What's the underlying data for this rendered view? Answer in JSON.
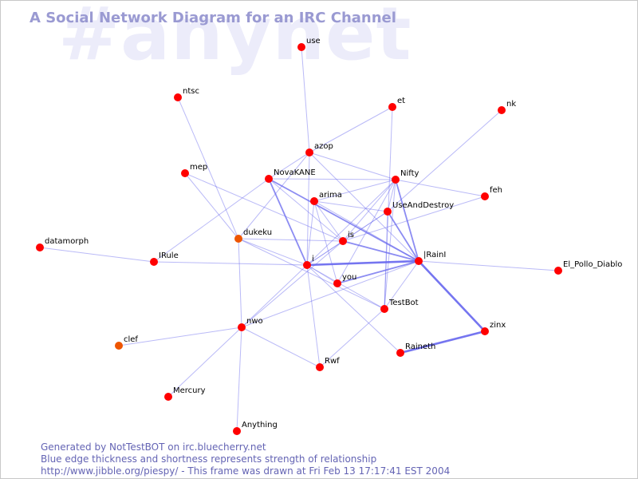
{
  "watermark": "#anynet",
  "title": "A Social Network Diagram for an IRC Channel",
  "colors": {
    "edge": "#6666ee",
    "node_default": "#ff0000",
    "node_orange": "#ee5500",
    "title": "#9a9ad2",
    "footer": "#6464b4",
    "watermark": "#ececfa"
  },
  "footer": {
    "line1": "Generated by NotTestBOT on irc.bluecherry.net",
    "line2": "Blue edge thickness and shortness represents strength of relationship",
    "line3": "http://www.jibble.org/piespy/ - This frame was drawn at Fri Feb 13 17:17:41 EST 2004"
  },
  "nodes": [
    {
      "id": "use",
      "label": "use"
    },
    {
      "id": "ntsc",
      "label": "ntsc"
    },
    {
      "id": "et",
      "label": "et"
    },
    {
      "id": "nk",
      "label": "nk"
    },
    {
      "id": "azop",
      "label": "azop"
    },
    {
      "id": "mep",
      "label": "mep"
    },
    {
      "id": "novakane",
      "label": "NovaKANE"
    },
    {
      "id": "nifty",
      "label": "Nifty"
    },
    {
      "id": "feh",
      "label": "feh"
    },
    {
      "id": "arima",
      "label": "arima"
    },
    {
      "id": "useanddestroy",
      "label": "UseAndDestroy"
    },
    {
      "id": "dukeku",
      "label": "dukeku",
      "color": "orange"
    },
    {
      "id": "is",
      "label": "is"
    },
    {
      "id": "datamorph",
      "label": "datamorph"
    },
    {
      "id": "irule",
      "label": "IRule"
    },
    {
      "id": "rainl",
      "label": "|RainI"
    },
    {
      "id": "i",
      "label": "i"
    },
    {
      "id": "el_pollo",
      "label": "El_Pollo_Diablo"
    },
    {
      "id": "you",
      "label": "you"
    },
    {
      "id": "testbot",
      "label": "TestBot"
    },
    {
      "id": "nwo",
      "label": "nwo"
    },
    {
      "id": "zinx",
      "label": "zinx"
    },
    {
      "id": "clef",
      "label": "clef",
      "color": "orange"
    },
    {
      "id": "raineth",
      "label": "Raineth"
    },
    {
      "id": "rwf",
      "label": "Rwf"
    },
    {
      "id": "mercury",
      "label": "Mercury"
    },
    {
      "id": "anything",
      "label": "Anything"
    }
  ],
  "edges": [
    {
      "from": "use",
      "to": "azop",
      "weight": 1
    },
    {
      "from": "ntsc",
      "to": "dukeku",
      "weight": 1
    },
    {
      "from": "et",
      "to": "azop",
      "weight": 1
    },
    {
      "from": "et",
      "to": "testbot",
      "weight": 1
    },
    {
      "from": "nk",
      "to": "useanddestroy",
      "weight": 1
    },
    {
      "from": "azop",
      "to": "novakane",
      "weight": 1
    },
    {
      "from": "azop",
      "to": "nifty",
      "weight": 1
    },
    {
      "from": "azop",
      "to": "i",
      "weight": 1
    },
    {
      "from": "azop",
      "to": "rainl",
      "weight": 1
    },
    {
      "from": "azop",
      "to": "dukeku",
      "weight": 1
    },
    {
      "from": "mep",
      "to": "is",
      "weight": 1
    },
    {
      "from": "mep",
      "to": "dukeku",
      "weight": 1
    },
    {
      "from": "novakane",
      "to": "nifty",
      "weight": 1
    },
    {
      "from": "novakane",
      "to": "i",
      "weight": 2
    },
    {
      "from": "novakane",
      "to": "rainl",
      "weight": 2
    },
    {
      "from": "novakane",
      "to": "is",
      "weight": 1
    },
    {
      "from": "nifty",
      "to": "arima",
      "weight": 1
    },
    {
      "from": "nifty",
      "to": "rainl",
      "weight": 2
    },
    {
      "from": "nifty",
      "to": "is",
      "weight": 1
    },
    {
      "from": "nifty",
      "to": "i",
      "weight": 1
    },
    {
      "from": "nifty",
      "to": "feh",
      "weight": 1
    },
    {
      "from": "nifty",
      "to": "testbot",
      "weight": 1
    },
    {
      "from": "nifty",
      "to": "useanddestroy",
      "weight": 1
    },
    {
      "from": "nifty",
      "to": "you",
      "weight": 1
    },
    {
      "from": "arima",
      "to": "rainl",
      "weight": 1
    },
    {
      "from": "arima",
      "to": "i",
      "weight": 1
    },
    {
      "from": "arima",
      "to": "is",
      "weight": 1
    },
    {
      "from": "arima",
      "to": "useanddestroy",
      "weight": 1
    },
    {
      "from": "arima",
      "to": "you",
      "weight": 1
    },
    {
      "from": "useanddestroy",
      "to": "rainl",
      "weight": 2
    },
    {
      "from": "useanddestroy",
      "to": "is",
      "weight": 1
    },
    {
      "from": "useanddestroy",
      "to": "i",
      "weight": 1
    },
    {
      "from": "useanddestroy",
      "to": "testbot",
      "weight": 1
    },
    {
      "from": "feh",
      "to": "is",
      "weight": 1
    },
    {
      "from": "dukeku",
      "to": "is",
      "weight": 1
    },
    {
      "from": "dukeku",
      "to": "i",
      "weight": 1
    },
    {
      "from": "dukeku",
      "to": "nwo",
      "weight": 1
    },
    {
      "from": "dukeku",
      "to": "testbot",
      "weight": 1
    },
    {
      "from": "datamorph",
      "to": "irule",
      "weight": 1
    },
    {
      "from": "irule",
      "to": "i",
      "weight": 1
    },
    {
      "from": "irule",
      "to": "novakane",
      "weight": 1
    },
    {
      "from": "is",
      "to": "rainl",
      "weight": 2
    },
    {
      "from": "is",
      "to": "i",
      "weight": 1
    },
    {
      "from": "i",
      "to": "rainl",
      "weight": 3
    },
    {
      "from": "i",
      "to": "you",
      "weight": 1
    },
    {
      "from": "i",
      "to": "nwo",
      "weight": 1
    },
    {
      "from": "i",
      "to": "rwf",
      "weight": 1
    },
    {
      "from": "i",
      "to": "raineth",
      "weight": 1
    },
    {
      "from": "i",
      "to": "testbot",
      "weight": 1
    },
    {
      "from": "rainl",
      "to": "el_pollo",
      "weight": 1
    },
    {
      "from": "rainl",
      "to": "zinx",
      "weight": 3
    },
    {
      "from": "rainl",
      "to": "you",
      "weight": 2
    },
    {
      "from": "rainl",
      "to": "testbot",
      "weight": 1
    },
    {
      "from": "rainl",
      "to": "nwo",
      "weight": 1
    },
    {
      "from": "zinx",
      "to": "raineth",
      "weight": 3
    },
    {
      "from": "testbot",
      "to": "rwf",
      "weight": 1
    },
    {
      "from": "nwo",
      "to": "clef",
      "weight": 1
    },
    {
      "from": "nwo",
      "to": "rwf",
      "weight": 1
    },
    {
      "from": "nwo",
      "to": "mercury",
      "weight": 1
    },
    {
      "from": "nwo",
      "to": "anything",
      "weight": 1
    },
    {
      "from": "nwo",
      "to": "is",
      "weight": 1
    }
  ]
}
